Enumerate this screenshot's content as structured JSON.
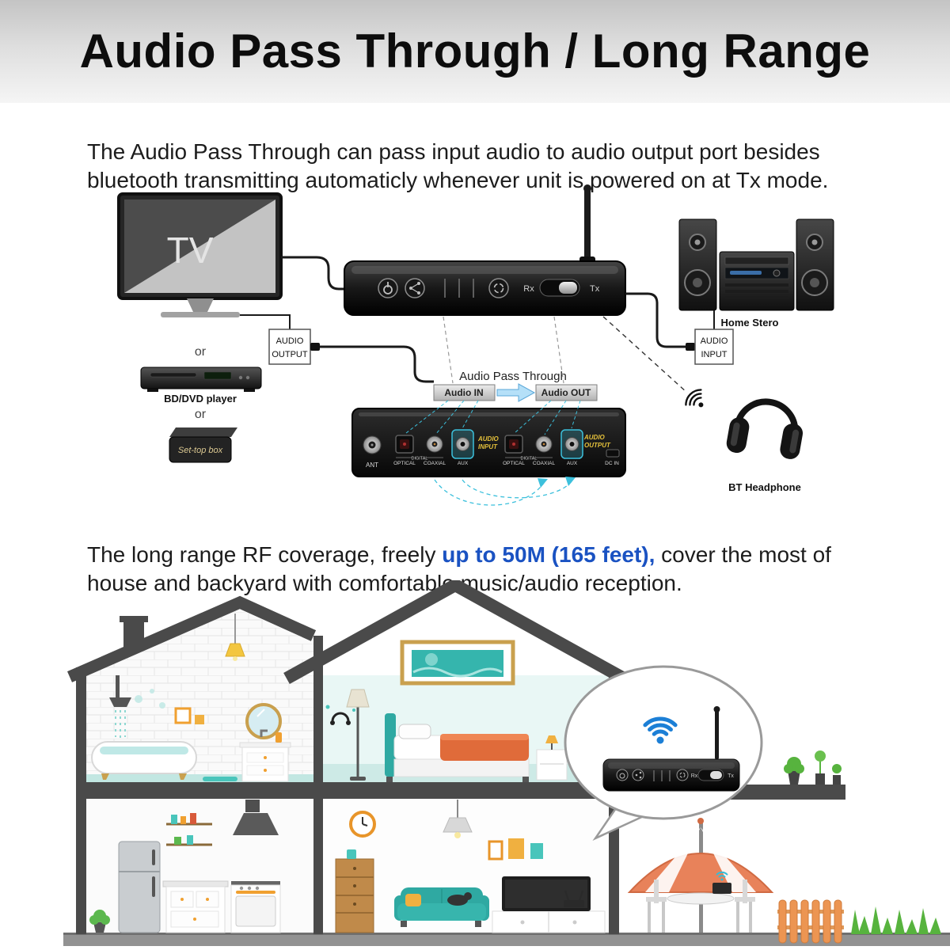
{
  "page": {
    "title": "Audio Pass Through / Long Range"
  },
  "intro": {
    "line1": "The Audio Pass Through can pass input audio to audio output port besides",
    "line2": "bluetooth transmitting automaticly whenever unit is powered on at Tx mode."
  },
  "range": {
    "before": "The long range RF coverage, freely ",
    "highlight": "up to 50M (165 feet),",
    "after": " cover the most of",
    "line2": "house and backyard with comfortable music/audio reception.",
    "highlight_color": "#1a52c2"
  },
  "diagram": {
    "tv_label": "TV",
    "or_first": "or",
    "bd_dvd_label": "BD/DVD player",
    "or_second": "or",
    "set_top_label": "Set-top box",
    "audio_output_tag_line1": "AUDIO",
    "audio_output_tag_line2": "OUTPUT",
    "audio_input_tag_line1": "AUDIO",
    "audio_input_tag_line2": "INPUT",
    "home_stereo_label": "Home Stero",
    "pass_through_title": "Audio Pass Through",
    "audio_in_badge": "Audio IN",
    "audio_out_badge": "Audio OUT",
    "bt_headphone_label": "BT Headphone"
  },
  "device": {
    "rx": "Rx",
    "tx": "Tx"
  },
  "back_panel": {
    "ant": "ANT",
    "optical_in": "OPTICAL",
    "digital_in": "DIGITAL",
    "coaxial_in": "COAXIAL",
    "aux_in": "AUX",
    "audio_input_line1": "AUDIO",
    "audio_input_line2": "INPUT",
    "optical_out": "OPTICAL",
    "digital_out": "DIGITAL",
    "coaxial_out": "COAXIAL",
    "aux_out": "AUX",
    "audio_output_line1": "AUDIO",
    "audio_output_line2": "OUTPUT",
    "dc_in": "DC IN"
  }
}
